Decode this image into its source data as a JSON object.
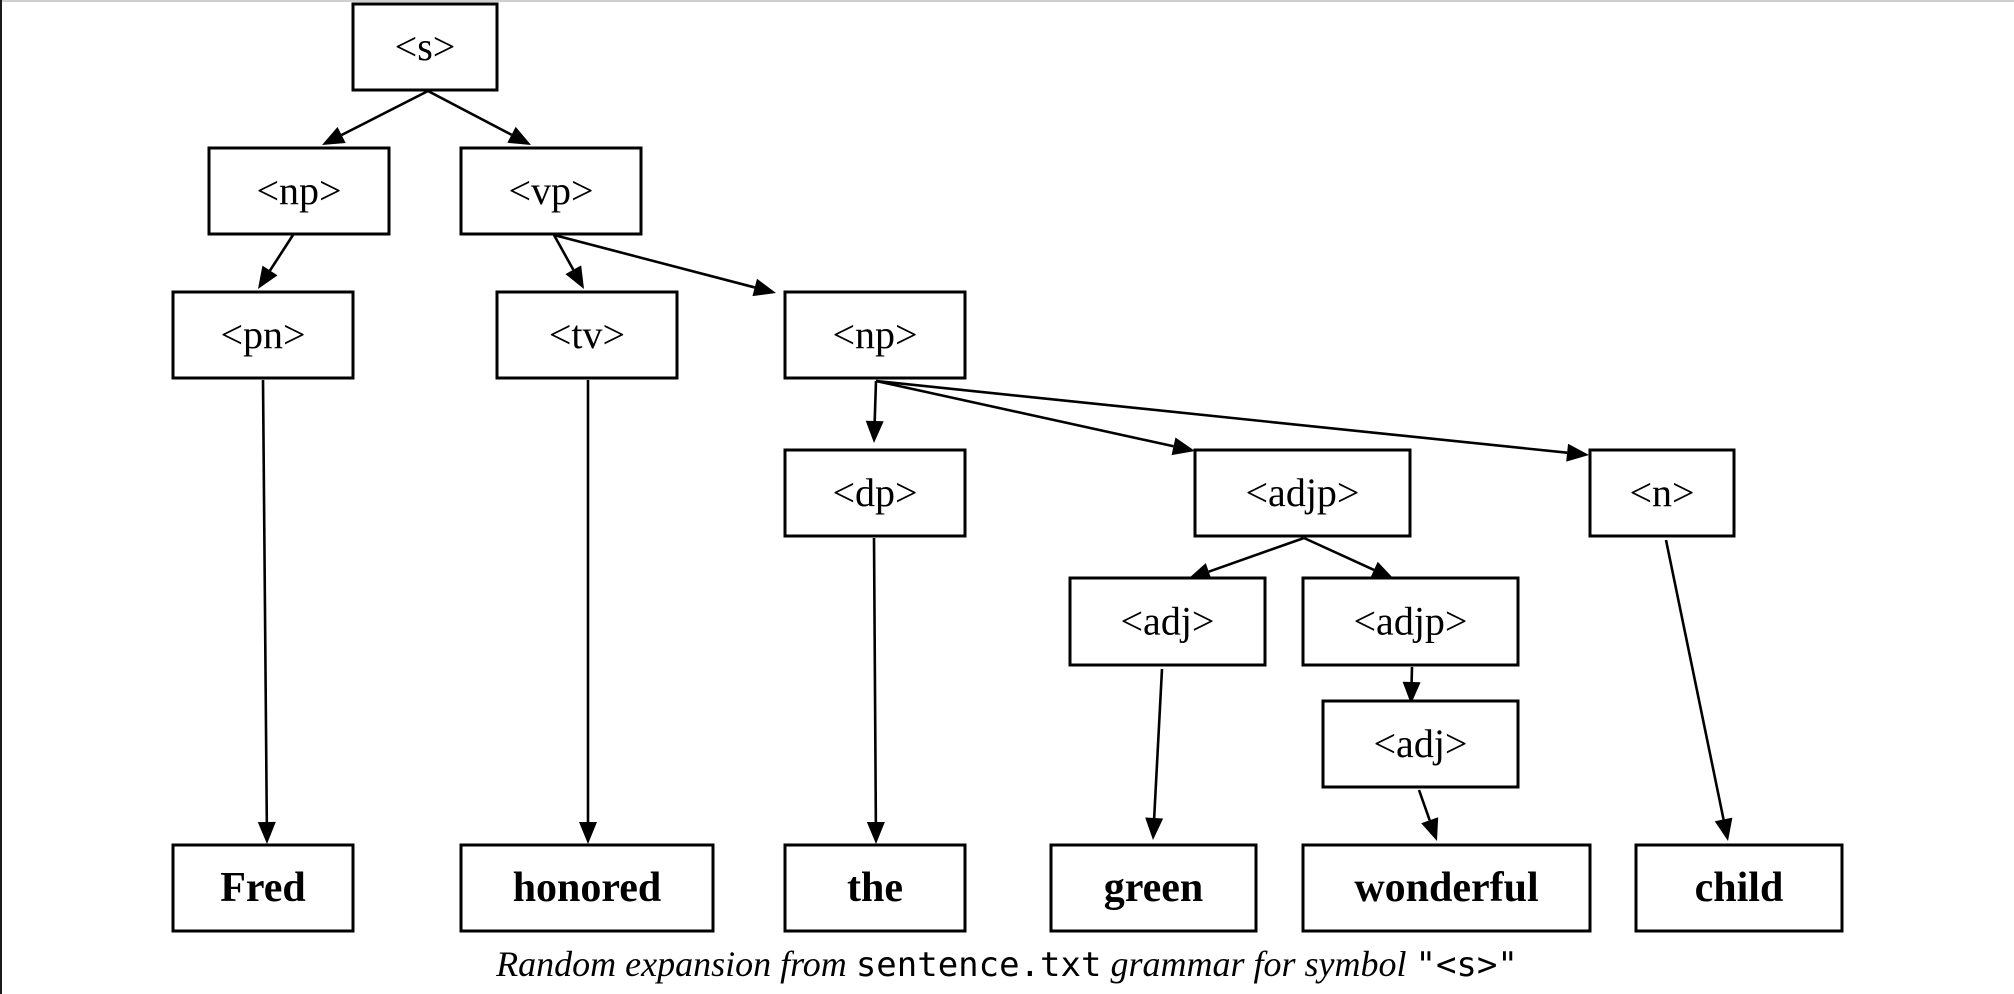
{
  "diagram": {
    "type": "parse-tree",
    "nodes": [
      {
        "id": "s",
        "label": "<s>",
        "kind": "nonterminal"
      },
      {
        "id": "np1",
        "label": "<np>",
        "kind": "nonterminal"
      },
      {
        "id": "vp",
        "label": "<vp>",
        "kind": "nonterminal"
      },
      {
        "id": "pn",
        "label": "<pn>",
        "kind": "nonterminal"
      },
      {
        "id": "tv",
        "label": "<tv>",
        "kind": "nonterminal"
      },
      {
        "id": "np2",
        "label": "<np>",
        "kind": "nonterminal"
      },
      {
        "id": "dp",
        "label": "<dp>",
        "kind": "nonterminal"
      },
      {
        "id": "adjp1",
        "label": "<adjp>",
        "kind": "nonterminal"
      },
      {
        "id": "n",
        "label": "<n>",
        "kind": "nonterminal"
      },
      {
        "id": "adj1",
        "label": "<adj>",
        "kind": "nonterminal"
      },
      {
        "id": "adjp2",
        "label": "<adjp>",
        "kind": "nonterminal"
      },
      {
        "id": "adj2",
        "label": "<adj>",
        "kind": "nonterminal"
      },
      {
        "id": "fred",
        "label": "Fred",
        "kind": "terminal"
      },
      {
        "id": "honored",
        "label": "honored",
        "kind": "terminal"
      },
      {
        "id": "the",
        "label": "the",
        "kind": "terminal"
      },
      {
        "id": "green",
        "label": "green",
        "kind": "terminal"
      },
      {
        "id": "wonderful",
        "label": "wonderful",
        "kind": "terminal"
      },
      {
        "id": "child",
        "label": "child",
        "kind": "terminal"
      }
    ],
    "edges": [
      {
        "from": "s",
        "to": "np1"
      },
      {
        "from": "s",
        "to": "vp"
      },
      {
        "from": "np1",
        "to": "pn"
      },
      {
        "from": "vp",
        "to": "tv"
      },
      {
        "from": "vp",
        "to": "np2"
      },
      {
        "from": "pn",
        "to": "fred"
      },
      {
        "from": "tv",
        "to": "honored"
      },
      {
        "from": "np2",
        "to": "dp"
      },
      {
        "from": "np2",
        "to": "adjp1"
      },
      {
        "from": "np2",
        "to": "n"
      },
      {
        "from": "dp",
        "to": "the"
      },
      {
        "from": "adjp1",
        "to": "adj1"
      },
      {
        "from": "adjp1",
        "to": "adjp2"
      },
      {
        "from": "adj1",
        "to": "green"
      },
      {
        "from": "adjp2",
        "to": "adj2"
      },
      {
        "from": "adj2",
        "to": "wonderful"
      },
      {
        "from": "n",
        "to": "child"
      }
    ],
    "sentence": "Fred honored the green wonderful child"
  },
  "caption": {
    "prefix": "Random expansion from ",
    "filename": "sentence.txt",
    "middle": " grammar for symbol ",
    "symbol": "\"<s>\""
  }
}
